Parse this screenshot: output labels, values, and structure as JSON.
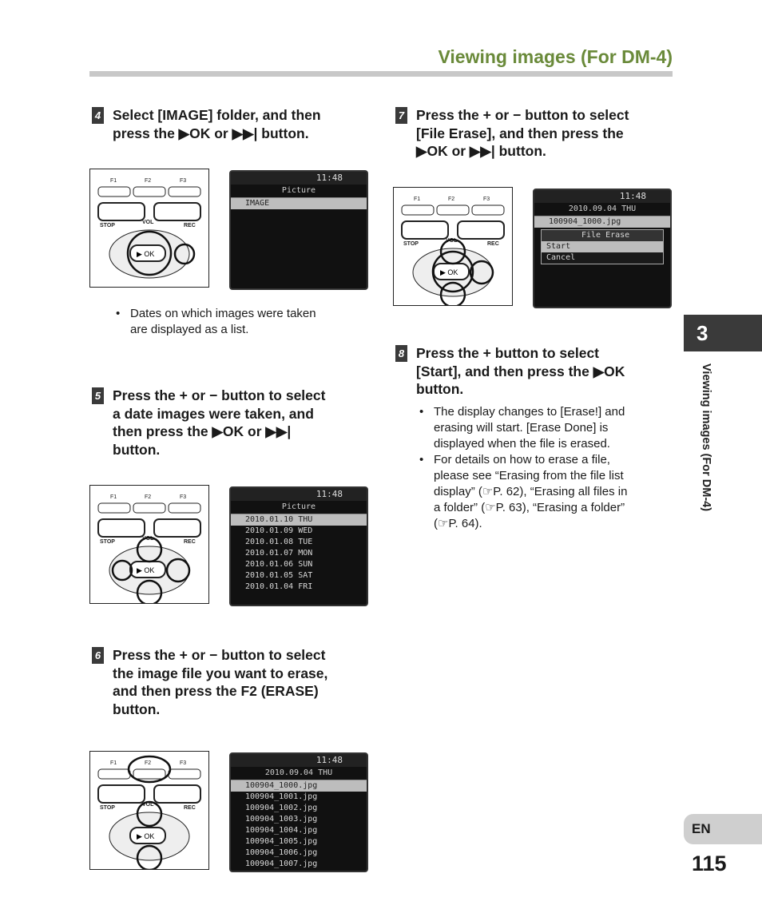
{
  "header": {
    "title": "Viewing images (For DM-4)"
  },
  "steps": {
    "s4": {
      "num": "4",
      "l1": "Select [IMAGE] folder, and then",
      "l2": "press the ▶OK or ▶▶| button."
    },
    "s4_bullets": [
      "Dates on which images were taken",
      "are displayed as a list."
    ],
    "s5": {
      "num": "5",
      "l1": "Press the + or − button to select",
      "l2": "a date images were taken, and",
      "l3": "then press the ▶OK or ▶▶|",
      "l4": "button."
    },
    "s6": {
      "num": "6",
      "l1": "Press the + or − button to select",
      "l2": "the image file you want to erase,",
      "l3": "and then press the F2 (ERASE)",
      "l4": "button."
    },
    "s7": {
      "num": "7",
      "l1": "Press the + or − button to select",
      "l2": "[File Erase], and then press the",
      "l3": "▶OK or ▶▶| button."
    },
    "s8": {
      "num": "8",
      "l1": "Press the + button to select",
      "l2": "[Start], and then press the ▶OK",
      "l3": "button."
    },
    "s8_b1": [
      "The display changes to [Erase!] and",
      "erasing will start. [Erase Done] is",
      "displayed when the file is erased."
    ],
    "s8_b2": [
      "For details on how to erase a file,",
      "please see “Erasing from the file list",
      "display” (☞P. 62), “Erasing all files in",
      "a folder” (☞P. 63), “Erasing a folder”",
      "(☞P. 64)."
    ]
  },
  "device": {
    "f1": "F1",
    "f2": "F2",
    "f3": "F3",
    "stop": "STOP",
    "vol": "VOL",
    "rec": "REC",
    "ok": "▶ OK"
  },
  "screens": {
    "time": "11:48",
    "s4": {
      "title": "Picture",
      "rows": [
        "IMAGE"
      ]
    },
    "s5": {
      "title": "Picture",
      "rows": [
        "2010.01.10 THU",
        "2010.01.09 WED",
        "2010.01.08 TUE",
        "2010.01.07 MON",
        "2010.01.06 SUN",
        "2010.01.05 SAT",
        "2010.01.04 FRI"
      ]
    },
    "s6": {
      "title": "2010.09.04 THU",
      "rows": [
        "100904_1000.jpg",
        "100904_1001.jpg",
        "100904_1002.jpg",
        "100904_1003.jpg",
        "100904_1004.jpg",
        "100904_1005.jpg",
        "100904_1006.jpg",
        "100904_1007.jpg"
      ]
    },
    "s7": {
      "title": "2010.09.04 THU",
      "file": "100904_1000.jpg",
      "menu_title": "File Erase",
      "rows": [
        "Start",
        "Cancel"
      ]
    }
  },
  "sidebar": {
    "chapter": "3",
    "vertical_label": "Viewing images (For DM-4)",
    "lang": "EN",
    "page": "115"
  }
}
